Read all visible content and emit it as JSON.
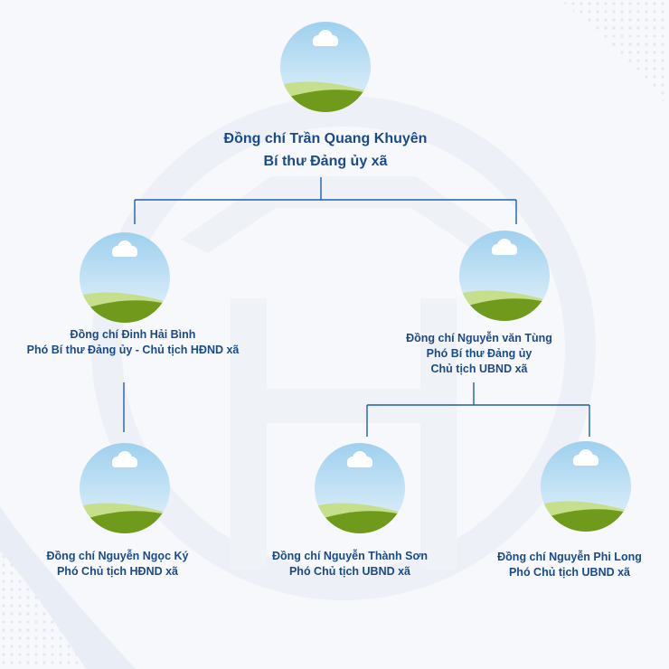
{
  "colors": {
    "text": "#1b4a8a",
    "line": "#1f5fa8",
    "sky_top": "#9fd0ee",
    "sky_bottom": "#e6f3fb",
    "grass_light": "#c6df8c",
    "grass_dark": "#6f9a1c"
  },
  "icons": {
    "avatar_placeholder": "landscape-image-placeholder-icon"
  },
  "org": {
    "chairman": {
      "name": "Đồng chí Trần Quang Khuyên",
      "role": "Bí thư Đảng ủy xã"
    },
    "vice_left": {
      "name": "Đồng chí  Đinh Hải Bình",
      "role": "Phó Bí thư  Đảng ủy  - Chủ tịch HĐND xã"
    },
    "vice_right": {
      "name": "Đồng chí Nguyễn văn Tùng",
      "role": "Phó Bí thư Đảng ủy",
      "role2": "Chủ tịch UBND xã"
    },
    "member_1": {
      "name": "Đồng chí Nguyễn Ngọc Ký",
      "role": "Phó Chủ tịch HĐND xã"
    },
    "member_2": {
      "name": "Đồng chí Nguyễn Thành Sơn",
      "role": "Phó Chủ tịch UBND xã"
    },
    "member_3": {
      "name": "Đồng chí Nguyễn Phi Long",
      "role": "Phó Chủ tịch UBND xã"
    }
  }
}
